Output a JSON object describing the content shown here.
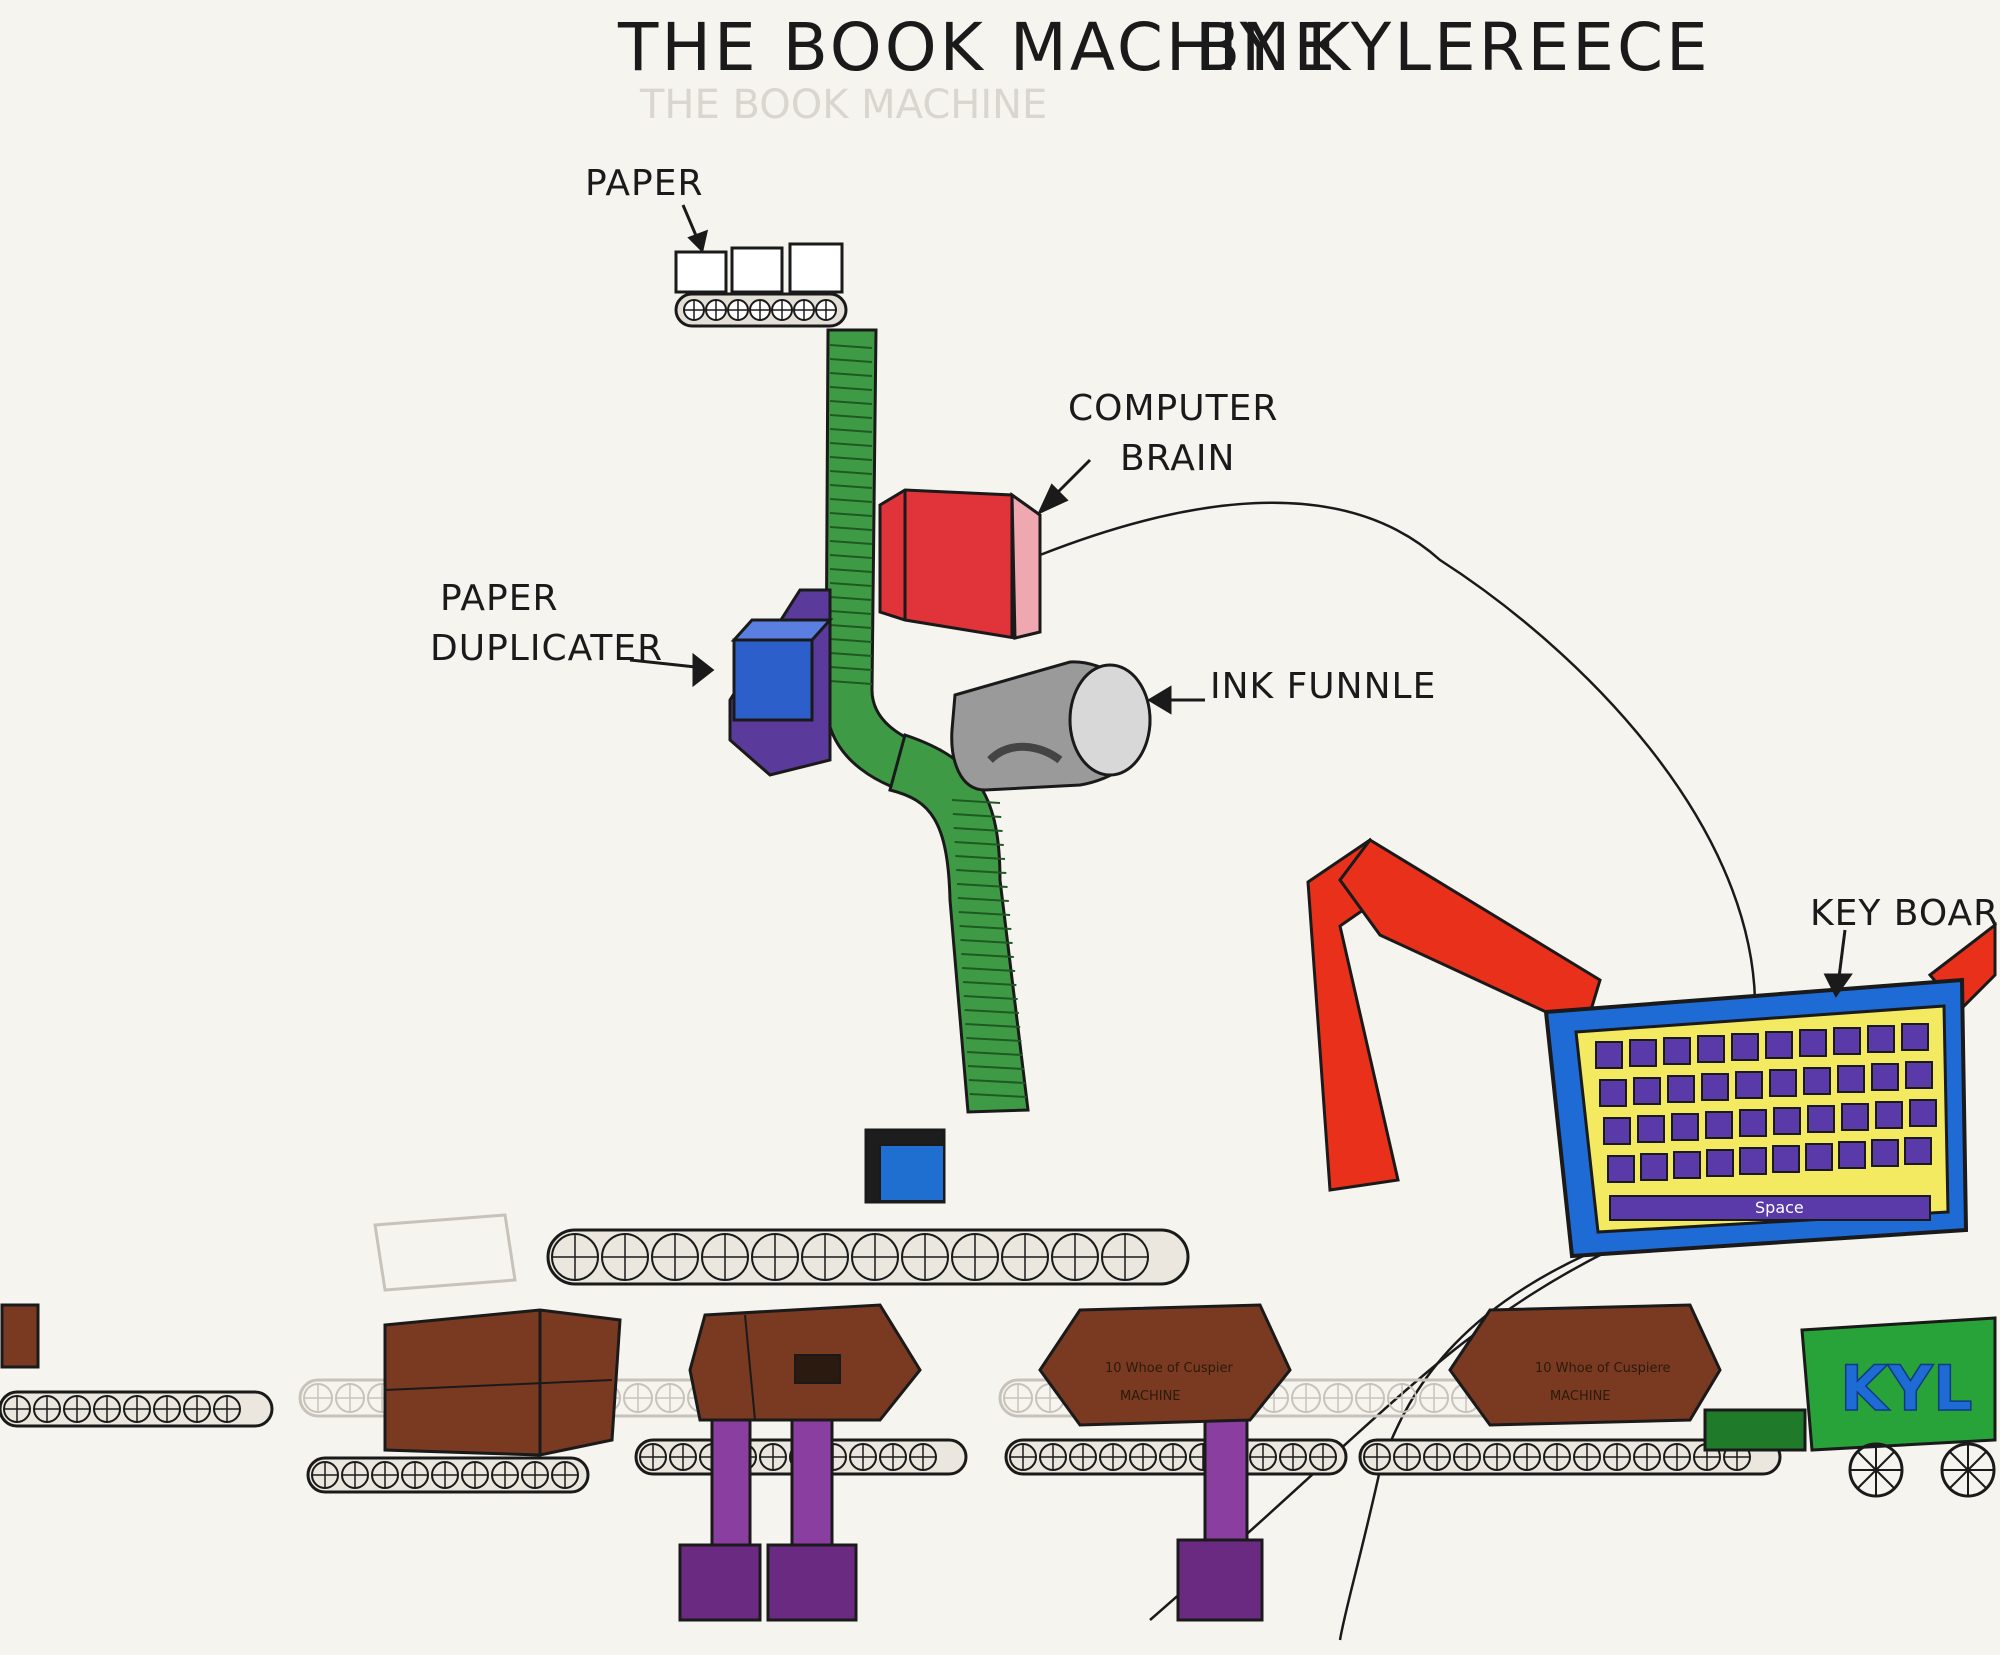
{
  "title": "THE BOOK MACHINE",
  "author": "BY KYLEREECE",
  "labels": {
    "paper": "PAPER",
    "computer_brain_line1": "COMPUTER",
    "computer_brain_line2": "BRAIN",
    "paper_duplicater_line1": "PAPER",
    "paper_duplicater_line2": "DUPLICATER",
    "ink_funnle": "INK FUNNLE",
    "keyboard": "KEY BOARD"
  },
  "keyboard": {
    "space_key": "Space"
  },
  "truck": {
    "sign": "KYL"
  },
  "boxes": {
    "box3_line1": "10 Whoe of Cuspier",
    "box3_line2": "MACHINE",
    "box4_line1": "10 Whoe of Cuspiere",
    "box4_line2": "MACHINE"
  },
  "colors": {
    "paper": "#f6f4ef",
    "ink": "#1a1a1a",
    "tube_green": "#3f9a45",
    "brain_red": "#e0333a",
    "duplicator_blue": "#2c5fc9",
    "duplicator_purple": "#5a3a9a",
    "arm_red": "#e8301a",
    "keyboard_blue": "#1e6bd6",
    "keyboard_yellow": "#f4ea62",
    "box_brown": "#7a3a22",
    "leg_purple": "#8a3fa0",
    "truck_green": "#27a33a"
  }
}
